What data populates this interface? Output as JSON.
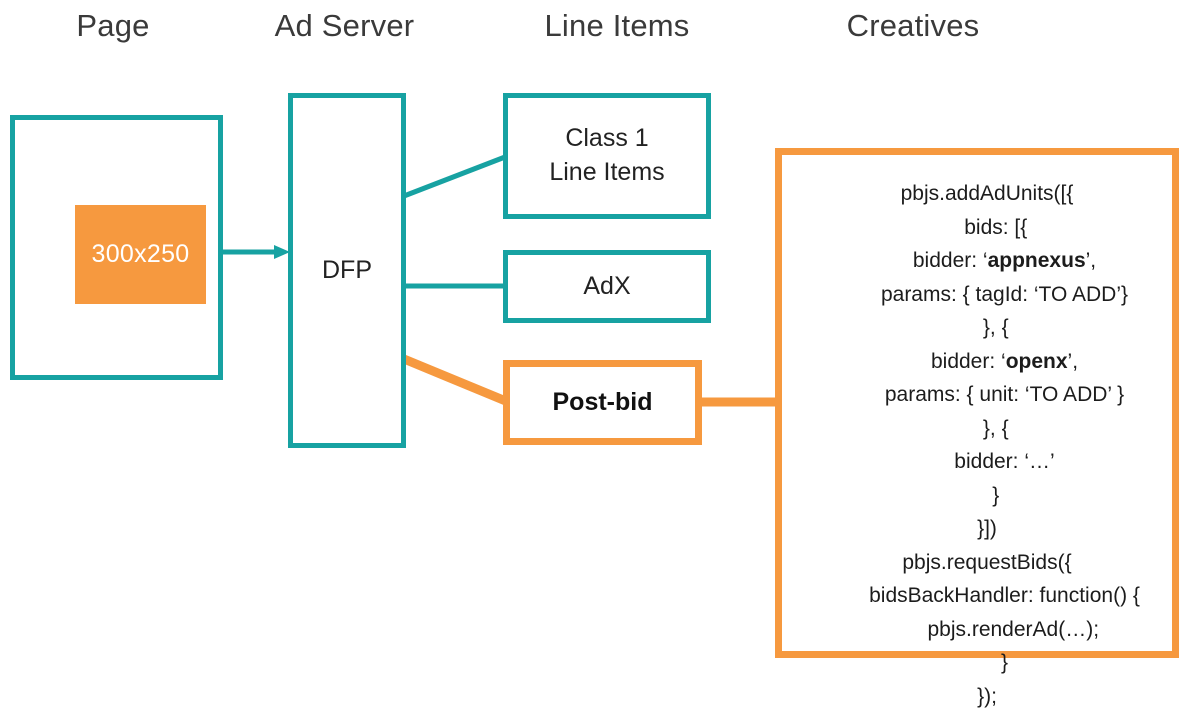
{
  "headers": {
    "page": "Page",
    "ad_server": "Ad Server",
    "line_items": "Line Items",
    "creatives": "Creatives"
  },
  "boxes": {
    "ad_slot_label": "300x250",
    "dfp_label": "DFP",
    "class1_line1": "Class 1",
    "class1_line2": "Line Items",
    "adx_label": "AdX",
    "postbid_label": "Post-bid"
  },
  "code": {
    "lines": [
      "pbjs.addAdUnits([{",
      "   bids: [{",
      "      bidder: ‘appnexus’,",
      "      params: { tagId: ‘TO ADD’}",
      "   }, {",
      "      bidder: ‘openx’,",
      "      params: { unit: ‘TO ADD’ }",
      "   }, {",
      "      bidder: ‘…’",
      "   }",
      "}])",
      "pbjs.requestBids({",
      "      bidsBackHandler: function() {",
      "         pbjs.renderAd(…);",
      "      }",
      "});"
    ],
    "bold_tokens": [
      "appnexus",
      "openx"
    ]
  },
  "colors": {
    "teal": "#17a2a2",
    "orange": "#f6993f",
    "text": "#333333",
    "background": "#ffffff"
  },
  "connectors": {
    "page_to_dfp": "arrow",
    "dfp_to_class1": "line",
    "dfp_to_adx": "line",
    "dfp_to_postbid": "line",
    "postbid_to_creatives": "line"
  }
}
